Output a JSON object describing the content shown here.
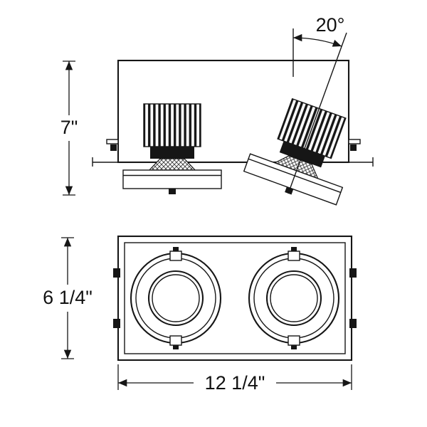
{
  "meta": {
    "description": "Technical line drawing of a two-head recessed multiple downlight fixture, side elevation and bottom view"
  },
  "dimensions": {
    "tilt_angle": "20°",
    "housing_height": "7\"",
    "face_height": "6 1/4\"",
    "face_width": "12 1/4\""
  },
  "colors": {
    "line": "#161616",
    "background": "#ffffff"
  }
}
